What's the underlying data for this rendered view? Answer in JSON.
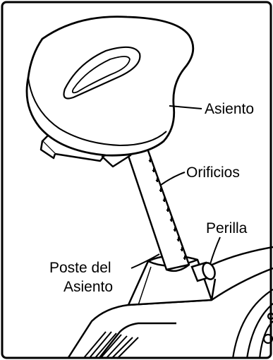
{
  "labels": {
    "seat": "Asiento",
    "holes": "Orificios",
    "knob": "Perilla",
    "post_line1": "Poste del",
    "post_line2": "Asiento"
  }
}
